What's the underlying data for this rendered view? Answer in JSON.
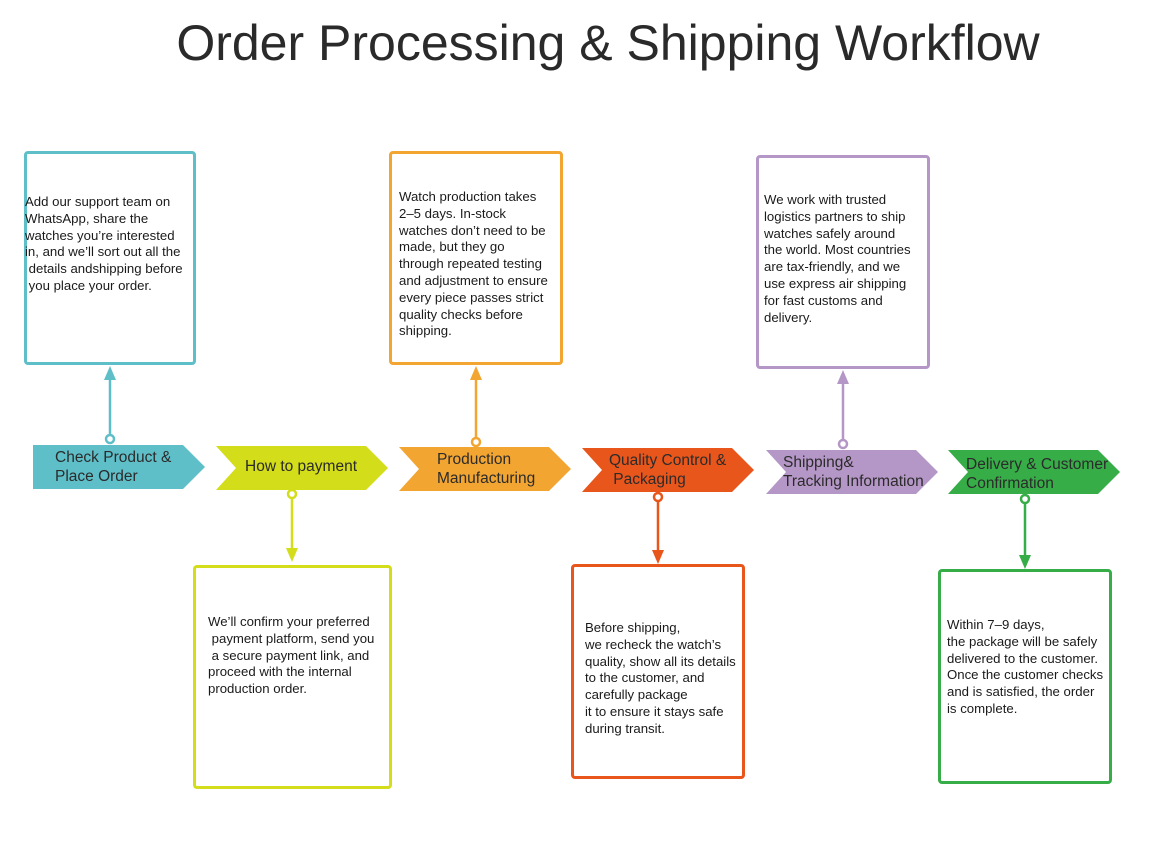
{
  "title": "Order Processing & Shipping Workflow",
  "steps": [
    {
      "label": "Check Product &\nPlace Order",
      "description": "Add our support team on\nWhatsApp, share the\nwatches you’re interested\nin, and we’ll sort out all the\n details andshipping before\n you place your order.",
      "color": "#5fbfc9",
      "position": "above"
    },
    {
      "label": "How to payment",
      "description": "We’ll confirm your preferred\n payment platform, send you\n a secure payment link, and\nproceed with the internal\nproduction order.",
      "color": "#d4dd1a",
      "position": "below"
    },
    {
      "label": "Production\nManufacturing",
      "description": "Watch production takes\n2–5 days. In-stock\nwatches don’t need to be\nmade, but they go\nthrough repeated testing\nand adjustment to ensure\nevery piece passes strict\nquality checks before\nshipping.",
      "color": "#f2a531",
      "position": "above"
    },
    {
      "label": "Quality Control &\n Packaging",
      "description": "Before shipping,\nwe recheck the watch’s\nquality, show all its details\nto the customer, and\ncarefully package\nit to ensure it stays safe\nduring transit.",
      "color": "#e8561b",
      "position": "below"
    },
    {
      "label": "Shipping&\nTracking Information",
      "description": "We work with trusted\nlogistics partners to ship\nwatches safely around\nthe world. Most countries\nare tax-friendly, and we\nuse express air shipping\nfor fast customs and\ndelivery.",
      "color": "#b597c7",
      "position": "above"
    },
    {
      "label": "Delivery & Customer\nConfirmation",
      "description": "Within 7–9 days,\nthe package will be safely\ndelivered to the customer.\nOnce the customer checks\nand is satisfied, the order\nis complete.",
      "color": "#37ad48",
      "position": "below"
    }
  ]
}
